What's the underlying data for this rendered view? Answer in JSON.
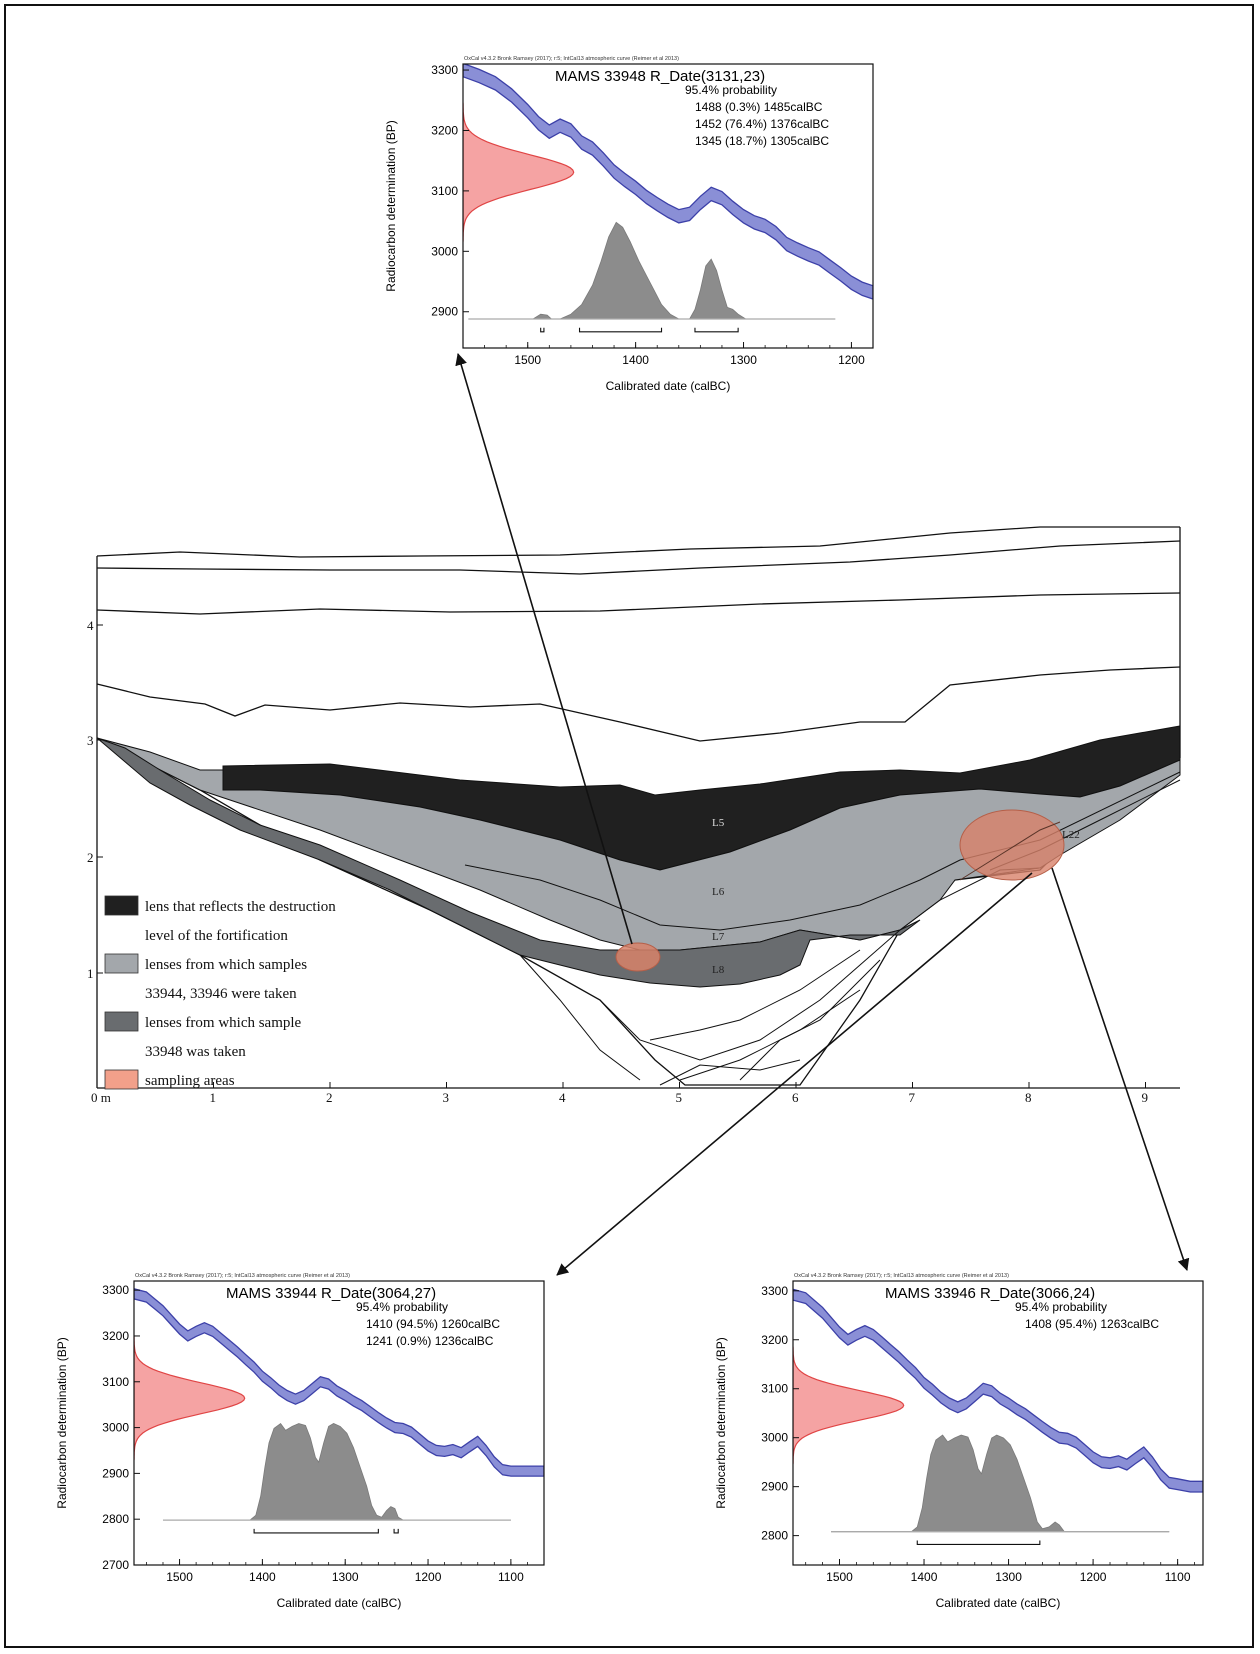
{
  "chart_data": [
    {
      "type": "area",
      "id": "MAMS 33948",
      "credit": "OxCal v4.3.2 Bronk Ramsey (2017); r:5; IntCal13 atmospheric curve (Reimer et al 2013)",
      "title": "MAMS 33948 R_Date(3131,23)",
      "probability_label": "95.4% probability",
      "ranges": [
        "1488 (0.3%) 1485calBC",
        "1452 (76.4%) 1376calBC",
        "1345 (18.7%) 1305calBC"
      ],
      "xlabel": "Calibrated date (calBC)",
      "ylabel": "Radiocarbon determination (BP)",
      "xlim": [
        1560,
        1180
      ],
      "ylim": [
        2840,
        3310
      ],
      "xticks": [
        1500,
        1400,
        1300,
        1200
      ],
      "yticks": [
        3300,
        3200,
        3100,
        3000,
        2900
      ],
      "c14_date": 3131,
      "c14_error": 23,
      "baseline_y": 2888,
      "range_bars": [
        [
          1488,
          1485
        ],
        [
          1452,
          1376
        ],
        [
          1345,
          1305
        ]
      ],
      "curve": [
        [
          1560,
          3300
        ],
        [
          1545,
          3290
        ],
        [
          1530,
          3278
        ],
        [
          1515,
          3258
        ],
        [
          1500,
          3232
        ],
        [
          1490,
          3212
        ],
        [
          1480,
          3198
        ],
        [
          1470,
          3208
        ],
        [
          1460,
          3200
        ],
        [
          1450,
          3180
        ],
        [
          1440,
          3170
        ],
        [
          1430,
          3152
        ],
        [
          1420,
          3132
        ],
        [
          1410,
          3118
        ],
        [
          1400,
          3105
        ],
        [
          1390,
          3090
        ],
        [
          1380,
          3078
        ],
        [
          1370,
          3067
        ],
        [
          1360,
          3058
        ],
        [
          1350,
          3062
        ],
        [
          1340,
          3080
        ],
        [
          1330,
          3095
        ],
        [
          1320,
          3088
        ],
        [
          1310,
          3072
        ],
        [
          1300,
          3058
        ],
        [
          1290,
          3048
        ],
        [
          1280,
          3042
        ],
        [
          1270,
          3030
        ],
        [
          1260,
          3012
        ],
        [
          1250,
          3003
        ],
        [
          1240,
          2995
        ],
        [
          1230,
          2988
        ],
        [
          1220,
          2975
        ],
        [
          1210,
          2962
        ],
        [
          1200,
          2948
        ],
        [
          1190,
          2938
        ],
        [
          1180,
          2932
        ]
      ],
      "density": [
        [
          1555,
          0
        ],
        [
          1495,
          0
        ],
        [
          1488,
          0.05
        ],
        [
          1482,
          0.04
        ],
        [
          1478,
          0
        ],
        [
          1470,
          0
        ],
        [
          1460,
          0.05
        ],
        [
          1450,
          0.15
        ],
        [
          1440,
          0.35
        ],
        [
          1432,
          0.6
        ],
        [
          1425,
          0.85
        ],
        [
          1418,
          1.0
        ],
        [
          1412,
          0.95
        ],
        [
          1405,
          0.8
        ],
        [
          1397,
          0.6
        ],
        [
          1390,
          0.45
        ],
        [
          1383,
          0.3
        ],
        [
          1376,
          0.15
        ],
        [
          1368,
          0.05
        ],
        [
          1360,
          0
        ],
        [
          1350,
          0
        ],
        [
          1345,
          0.1
        ],
        [
          1340,
          0.3
        ],
        [
          1335,
          0.55
        ],
        [
          1330,
          0.62
        ],
        [
          1325,
          0.5
        ],
        [
          1320,
          0.3
        ],
        [
          1315,
          0.12
        ],
        [
          1310,
          0.1
        ],
        [
          1305,
          0.05
        ],
        [
          1298,
          0
        ],
        [
          1215,
          0
        ]
      ]
    },
    {
      "type": "area",
      "id": "MAMS 33944",
      "credit": "OxCal v4.3.2 Bronk Ramsey (2017); r:5; IntCal13 atmospheric curve (Reimer et al 2013)",
      "title": "MAMS 33944 R_Date(3064,27)",
      "probability_label": "95.4% probability",
      "ranges": [
        "1410 (94.5%) 1260calBC",
        "1241 (0.9%) 1236calBC"
      ],
      "xlabel": "Calibrated date (calBC)",
      "ylabel": "Radiocarbon determination (BP)",
      "xlim": [
        1555,
        1060
      ],
      "ylim": [
        2700,
        3320
      ],
      "xticks": [
        1500,
        1400,
        1300,
        1200,
        1100
      ],
      "yticks": [
        3300,
        3200,
        3100,
        3000,
        2900,
        2800,
        2700
      ],
      "c14_date": 3064,
      "c14_error": 27,
      "baseline_y": 2798,
      "range_bars": [
        [
          1410,
          1260
        ],
        [
          1241,
          1236
        ]
      ],
      "curve": [
        [
          1555,
          3292
        ],
        [
          1540,
          3285
        ],
        [
          1530,
          3270
        ],
        [
          1520,
          3255
        ],
        [
          1510,
          3235
        ],
        [
          1500,
          3215
        ],
        [
          1490,
          3200
        ],
        [
          1480,
          3210
        ],
        [
          1470,
          3218
        ],
        [
          1460,
          3210
        ],
        [
          1450,
          3195
        ],
        [
          1440,
          3180
        ],
        [
          1430,
          3165
        ],
        [
          1420,
          3148
        ],
        [
          1410,
          3132
        ],
        [
          1400,
          3112
        ],
        [
          1390,
          3098
        ],
        [
          1380,
          3082
        ],
        [
          1370,
          3070
        ],
        [
          1360,
          3062
        ],
        [
          1350,
          3070
        ],
        [
          1340,
          3085
        ],
        [
          1330,
          3100
        ],
        [
          1320,
          3095
        ],
        [
          1310,
          3080
        ],
        [
          1300,
          3070
        ],
        [
          1290,
          3058
        ],
        [
          1280,
          3048
        ],
        [
          1270,
          3035
        ],
        [
          1260,
          3022
        ],
        [
          1250,
          3010
        ],
        [
          1240,
          3000
        ],
        [
          1230,
          2998
        ],
        [
          1220,
          2990
        ],
        [
          1210,
          2975
        ],
        [
          1200,
          2960
        ],
        [
          1190,
          2950
        ],
        [
          1180,
          2948
        ],
        [
          1170,
          2952
        ],
        [
          1160,
          2945
        ],
        [
          1150,
          2958
        ],
        [
          1140,
          2970
        ],
        [
          1130,
          2950
        ],
        [
          1120,
          2925
        ],
        [
          1110,
          2908
        ],
        [
          1100,
          2905
        ],
        [
          1080,
          2905
        ],
        [
          1060,
          2905
        ]
      ],
      "density": [
        [
          1520,
          0
        ],
        [
          1415,
          0
        ],
        [
          1408,
          0.05
        ],
        [
          1402,
          0.25
        ],
        [
          1397,
          0.55
        ],
        [
          1392,
          0.8
        ],
        [
          1386,
          0.95
        ],
        [
          1378,
          1.0
        ],
        [
          1372,
          0.93
        ],
        [
          1364,
          0.97
        ],
        [
          1356,
          1.0
        ],
        [
          1348,
          0.98
        ],
        [
          1342,
          0.85
        ],
        [
          1336,
          0.65
        ],
        [
          1332,
          0.6
        ],
        [
          1326,
          0.8
        ],
        [
          1320,
          0.97
        ],
        [
          1314,
          1.0
        ],
        [
          1306,
          0.97
        ],
        [
          1298,
          0.9
        ],
        [
          1290,
          0.75
        ],
        [
          1282,
          0.55
        ],
        [
          1274,
          0.35
        ],
        [
          1268,
          0.15
        ],
        [
          1262,
          0.05
        ],
        [
          1256,
          0.03
        ],
        [
          1250,
          0.1
        ],
        [
          1245,
          0.14
        ],
        [
          1240,
          0.12
        ],
        [
          1236,
          0.03
        ],
        [
          1230,
          0
        ],
        [
          1100,
          0
        ]
      ]
    },
    {
      "type": "area",
      "id": "MAMS 33946",
      "credit": "OxCal v4.3.2 Bronk Ramsey (2017); r:5; IntCal13 atmospheric curve (Reimer et al 2013)",
      "title": "MAMS 33946 R_Date(3066,24)",
      "probability_label": "95.4% probability",
      "ranges": [
        "1408 (95.4%) 1263calBC"
      ],
      "xlabel": "Calibrated date (calBC)",
      "ylabel": "Radiocarbon determination (BP)",
      "xlim": [
        1555,
        1070
      ],
      "ylim": [
        2740,
        3320
      ],
      "xticks": [
        1500,
        1400,
        1300,
        1200,
        1100
      ],
      "yticks": [
        3300,
        3200,
        3100,
        3000,
        2900,
        2800
      ],
      "c14_date": 3066,
      "c14_error": 24,
      "baseline_y": 2808,
      "range_bars": [
        [
          1408,
          1263
        ]
      ],
      "curve": [
        [
          1555,
          3292
        ],
        [
          1540,
          3285
        ],
        [
          1530,
          3270
        ],
        [
          1520,
          3255
        ],
        [
          1510,
          3235
        ],
        [
          1500,
          3215
        ],
        [
          1490,
          3200
        ],
        [
          1480,
          3210
        ],
        [
          1470,
          3218
        ],
        [
          1460,
          3210
        ],
        [
          1450,
          3195
        ],
        [
          1440,
          3180
        ],
        [
          1430,
          3165
        ],
        [
          1420,
          3148
        ],
        [
          1410,
          3132
        ],
        [
          1400,
          3112
        ],
        [
          1390,
          3098
        ],
        [
          1380,
          3082
        ],
        [
          1370,
          3070
        ],
        [
          1360,
          3062
        ],
        [
          1350,
          3070
        ],
        [
          1340,
          3085
        ],
        [
          1330,
          3100
        ],
        [
          1320,
          3095
        ],
        [
          1310,
          3080
        ],
        [
          1300,
          3070
        ],
        [
          1290,
          3058
        ],
        [
          1280,
          3048
        ],
        [
          1270,
          3035
        ],
        [
          1260,
          3022
        ],
        [
          1250,
          3010
        ],
        [
          1240,
          3000
        ],
        [
          1230,
          2998
        ],
        [
          1220,
          2990
        ],
        [
          1210,
          2975
        ],
        [
          1200,
          2960
        ],
        [
          1190,
          2950
        ],
        [
          1180,
          2948
        ],
        [
          1170,
          2952
        ],
        [
          1160,
          2945
        ],
        [
          1150,
          2958
        ],
        [
          1140,
          2970
        ],
        [
          1130,
          2950
        ],
        [
          1120,
          2925
        ],
        [
          1110,
          2908
        ],
        [
          1100,
          2905
        ],
        [
          1085,
          2900
        ],
        [
          1070,
          2900
        ]
      ],
      "density": [
        [
          1510,
          0
        ],
        [
          1415,
          0
        ],
        [
          1408,
          0.05
        ],
        [
          1402,
          0.25
        ],
        [
          1397,
          0.55
        ],
        [
          1392,
          0.8
        ],
        [
          1386,
          0.95
        ],
        [
          1378,
          1.0
        ],
        [
          1372,
          0.93
        ],
        [
          1364,
          0.97
        ],
        [
          1356,
          1.0
        ],
        [
          1348,
          0.98
        ],
        [
          1342,
          0.85
        ],
        [
          1336,
          0.65
        ],
        [
          1332,
          0.6
        ],
        [
          1326,
          0.8
        ],
        [
          1320,
          0.97
        ],
        [
          1314,
          1.0
        ],
        [
          1306,
          0.97
        ],
        [
          1298,
          0.9
        ],
        [
          1290,
          0.75
        ],
        [
          1282,
          0.55
        ],
        [
          1274,
          0.35
        ],
        [
          1266,
          0.1
        ],
        [
          1260,
          0.03
        ],
        [
          1252,
          0.05
        ],
        [
          1245,
          0.1
        ],
        [
          1240,
          0.07
        ],
        [
          1234,
          0
        ],
        [
          1110,
          0
        ]
      ]
    }
  ],
  "section": {
    "x_ticks": [
      "0 m",
      "1",
      "2",
      "3",
      "4",
      "5",
      "6",
      "7",
      "8",
      "9"
    ],
    "y_ticks": [
      "4",
      "3",
      "2",
      "1"
    ],
    "layer_labels": [
      "L5",
      "L6",
      "L7",
      "L8",
      "L22"
    ],
    "legend": [
      {
        "lines": [
          "lens that reflects the destruction",
          "level of the fortification"
        ],
        "color": "#202020"
      },
      {
        "lines": [
          "lenses from which samples",
          "33944, 33946  were taken"
        ],
        "color": "#a3a7ab"
      },
      {
        "lines": [
          "lenses from which sample",
          "33948 was taken"
        ],
        "color": "#696c6f"
      },
      {
        "lines": [
          "sampling areas"
        ],
        "color": "#f2a08a"
      }
    ]
  },
  "colors": {
    "curve_fill": "#8a8fd6",
    "curve_edge": "#3c40a8",
    "date_fill": "#f5a3a3",
    "date_edge": "#e04545",
    "density": "#8c8c8c",
    "black_lens": "#202020",
    "light_lens": "#a3a7ab",
    "dark_lens": "#696c6f",
    "sampling": "#d8826a"
  }
}
